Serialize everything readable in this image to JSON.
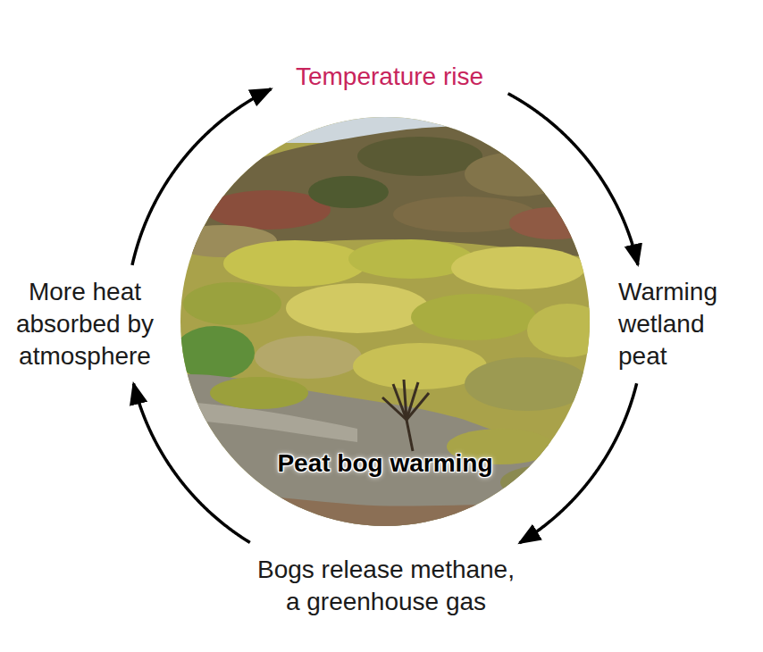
{
  "diagram": {
    "nodes": [
      {
        "text": [
          "Temperature rise"
        ]
      },
      {
        "text": [
          "Warming wetland peat"
        ]
      },
      {
        "text": [
          "Bogs release methane, a greenhouse gas"
        ]
      },
      {
        "text": [
          "More heat absorbed by atmosphere"
        ]
      },
      {
        "text": [
          "Peat bog warming"
        ]
      }
    ],
    "edges": [
      {
        "from": 0,
        "to": 1,
        "arrow": "to"
      },
      {
        "from": 1,
        "to": 2,
        "arrow": "to"
      },
      {
        "from": 2,
        "to": 3,
        "arrow": "to"
      },
      {
        "from": 3,
        "to": 0,
        "arrow": "to"
      }
    ]
  }
}
